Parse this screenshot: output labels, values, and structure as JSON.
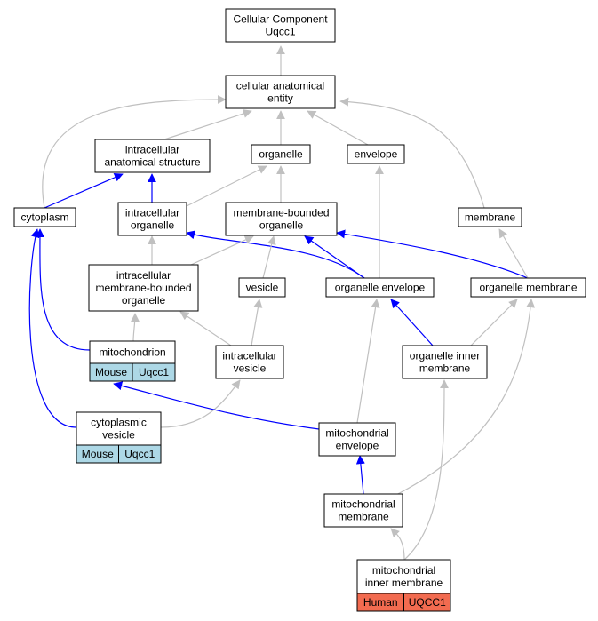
{
  "colors": {
    "is_a_edge": "#c0c0c0",
    "part_of_edge": "#0000ff",
    "mouse_cell": "#add8e6",
    "human_cell": "#f26b50",
    "node_border": "#000000"
  },
  "nodes": [
    {
      "id": "cellular-component",
      "lines": [
        "Cellular Component",
        "Uqcc1"
      ]
    },
    {
      "id": "cellular-anatomical-entity",
      "lines": [
        "cellular anatomical",
        "entity"
      ]
    },
    {
      "id": "intracellular-anatomical-structure",
      "lines": [
        "intracellular",
        "anatomical structure"
      ]
    },
    {
      "id": "organelle",
      "lines": [
        "organelle"
      ]
    },
    {
      "id": "envelope",
      "lines": [
        "envelope"
      ]
    },
    {
      "id": "cytoplasm",
      "lines": [
        "cytoplasm"
      ]
    },
    {
      "id": "intracellular-organelle",
      "lines": [
        "intracellular",
        "organelle"
      ]
    },
    {
      "id": "membrane-bounded-organelle",
      "lines": [
        "membrane-bounded",
        "organelle"
      ]
    },
    {
      "id": "membrane",
      "lines": [
        "membrane"
      ]
    },
    {
      "id": "intracellular-membrane-bounded-organelle",
      "lines": [
        "intracellular",
        "membrane-bounded",
        "organelle"
      ]
    },
    {
      "id": "vesicle",
      "lines": [
        "vesicle"
      ]
    },
    {
      "id": "organelle-envelope",
      "lines": [
        "organelle envelope"
      ]
    },
    {
      "id": "organelle-membrane",
      "lines": [
        "organelle membrane"
      ]
    },
    {
      "id": "mitochondrion",
      "lines": [
        "mitochondrion"
      ],
      "annotation": {
        "species": "Mouse",
        "gene": "Uqcc1",
        "color": "#add8e6"
      }
    },
    {
      "id": "intracellular-vesicle",
      "lines": [
        "intracellular",
        "vesicle"
      ]
    },
    {
      "id": "organelle-inner-membrane",
      "lines": [
        "organelle inner",
        "membrane"
      ]
    },
    {
      "id": "cytoplasmic-vesicle",
      "lines": [
        "cytoplasmic",
        "vesicle"
      ],
      "annotation": {
        "species": "Mouse",
        "gene": "Uqcc1",
        "color": "#add8e6"
      }
    },
    {
      "id": "mitochondrial-envelope",
      "lines": [
        "mitochondrial",
        "envelope"
      ]
    },
    {
      "id": "mitochondrial-membrane",
      "lines": [
        "mitochondrial",
        "membrane"
      ]
    },
    {
      "id": "mitochondrial-inner-membrane",
      "lines": [
        "mitochondrial",
        "inner membrane"
      ],
      "annotation": {
        "species": "Human",
        "gene": "UQCC1",
        "color": "#f26b50"
      }
    }
  ],
  "edges": [
    {
      "from": "cellular-anatomical-entity",
      "to": "cellular-component",
      "type": "is_a"
    },
    {
      "from": "intracellular-anatomical-structure",
      "to": "cellular-anatomical-entity",
      "type": "is_a"
    },
    {
      "from": "organelle",
      "to": "cellular-anatomical-entity",
      "type": "is_a"
    },
    {
      "from": "envelope",
      "to": "cellular-anatomical-entity",
      "type": "is_a"
    },
    {
      "from": "cytoplasm",
      "to": "cellular-anatomical-entity",
      "type": "is_a"
    },
    {
      "from": "membrane",
      "to": "cellular-anatomical-entity",
      "type": "is_a"
    },
    {
      "from": "cytoplasm",
      "to": "intracellular-anatomical-structure",
      "type": "part_of"
    },
    {
      "from": "intracellular-organelle",
      "to": "intracellular-anatomical-structure",
      "type": "part_of"
    },
    {
      "from": "intracellular-organelle",
      "to": "organelle",
      "type": "is_a"
    },
    {
      "from": "membrane-bounded-organelle",
      "to": "organelle",
      "type": "is_a"
    },
    {
      "from": "organelle-envelope",
      "to": "envelope",
      "type": "is_a"
    },
    {
      "from": "organelle-envelope",
      "to": "intracellular-organelle",
      "type": "part_of"
    },
    {
      "from": "organelle-envelope",
      "to": "membrane-bounded-organelle",
      "type": "part_of"
    },
    {
      "from": "organelle-membrane",
      "to": "membrane-bounded-organelle",
      "type": "part_of"
    },
    {
      "from": "organelle-membrane",
      "to": "membrane",
      "type": "is_a"
    },
    {
      "from": "intracellular-membrane-bounded-organelle",
      "to": "intracellular-organelle",
      "type": "is_a"
    },
    {
      "from": "intracellular-membrane-bounded-organelle",
      "to": "membrane-bounded-organelle",
      "type": "is_a"
    },
    {
      "from": "vesicle",
      "to": "membrane-bounded-organelle",
      "type": "is_a"
    },
    {
      "from": "mitochondrion",
      "to": "intracellular-membrane-bounded-organelle",
      "type": "is_a"
    },
    {
      "from": "mitochondrion",
      "to": "cytoplasm",
      "type": "part_of"
    },
    {
      "from": "intracellular-vesicle",
      "to": "intracellular-membrane-bounded-organelle",
      "type": "is_a"
    },
    {
      "from": "intracellular-vesicle",
      "to": "vesicle",
      "type": "is_a"
    },
    {
      "from": "organelle-inner-membrane",
      "to": "organelle-envelope",
      "type": "part_of"
    },
    {
      "from": "organelle-inner-membrane",
      "to": "organelle-membrane",
      "type": "is_a"
    },
    {
      "from": "cytoplasmic-vesicle",
      "to": "cytoplasm",
      "type": "part_of"
    },
    {
      "from": "cytoplasmic-vesicle",
      "to": "intracellular-vesicle",
      "type": "is_a"
    },
    {
      "from": "mitochondrial-envelope",
      "to": "mitochondrion",
      "type": "part_of"
    },
    {
      "from": "mitochondrial-envelope",
      "to": "organelle-envelope",
      "type": "is_a"
    },
    {
      "from": "mitochondrial-membrane",
      "to": "mitochondrial-envelope",
      "type": "part_of"
    },
    {
      "from": "mitochondrial-membrane",
      "to": "organelle-membrane",
      "type": "is_a"
    },
    {
      "from": "mitochondrial-inner-membrane",
      "to": "mitochondrial-membrane",
      "type": "is_a"
    },
    {
      "from": "mitochondrial-inner-membrane",
      "to": "organelle-inner-membrane",
      "type": "is_a"
    }
  ]
}
